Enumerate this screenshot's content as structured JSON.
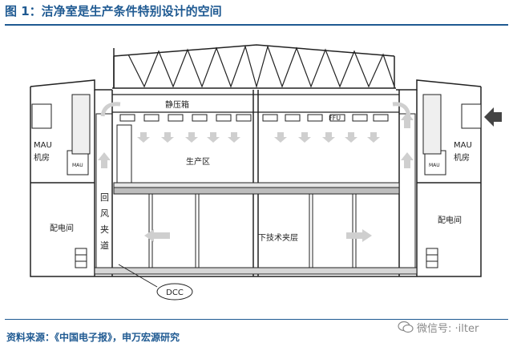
{
  "figure": {
    "title": "图 1：洁净室是生产条件特别设计的空间",
    "source": "资料来源：《中国电子报》，申万宏源研究"
  },
  "labels": {
    "static_box": "静压箱",
    "ffu": "FFU",
    "production_area": "生产区",
    "mau_room_left": [
      "MAU",
      "机房"
    ],
    "mau_room_right": [
      "MAU",
      "机房"
    ],
    "mau_unit": "MAU",
    "return_air_duct": [
      "回",
      "风",
      "夹",
      "道"
    ],
    "power_room_left": "配电间",
    "power_room_right": "配电间",
    "lower_tech_mezzanine": "下技术夹层",
    "dcc": "DCC"
  },
  "watermark": {
    "text": "微信号: ·ilter"
  },
  "colors": {
    "title_blue": "#1f5a92",
    "line": "#222222",
    "arrow_fill": "#cfcfcf",
    "floor_gray": "#bdbdbd"
  }
}
